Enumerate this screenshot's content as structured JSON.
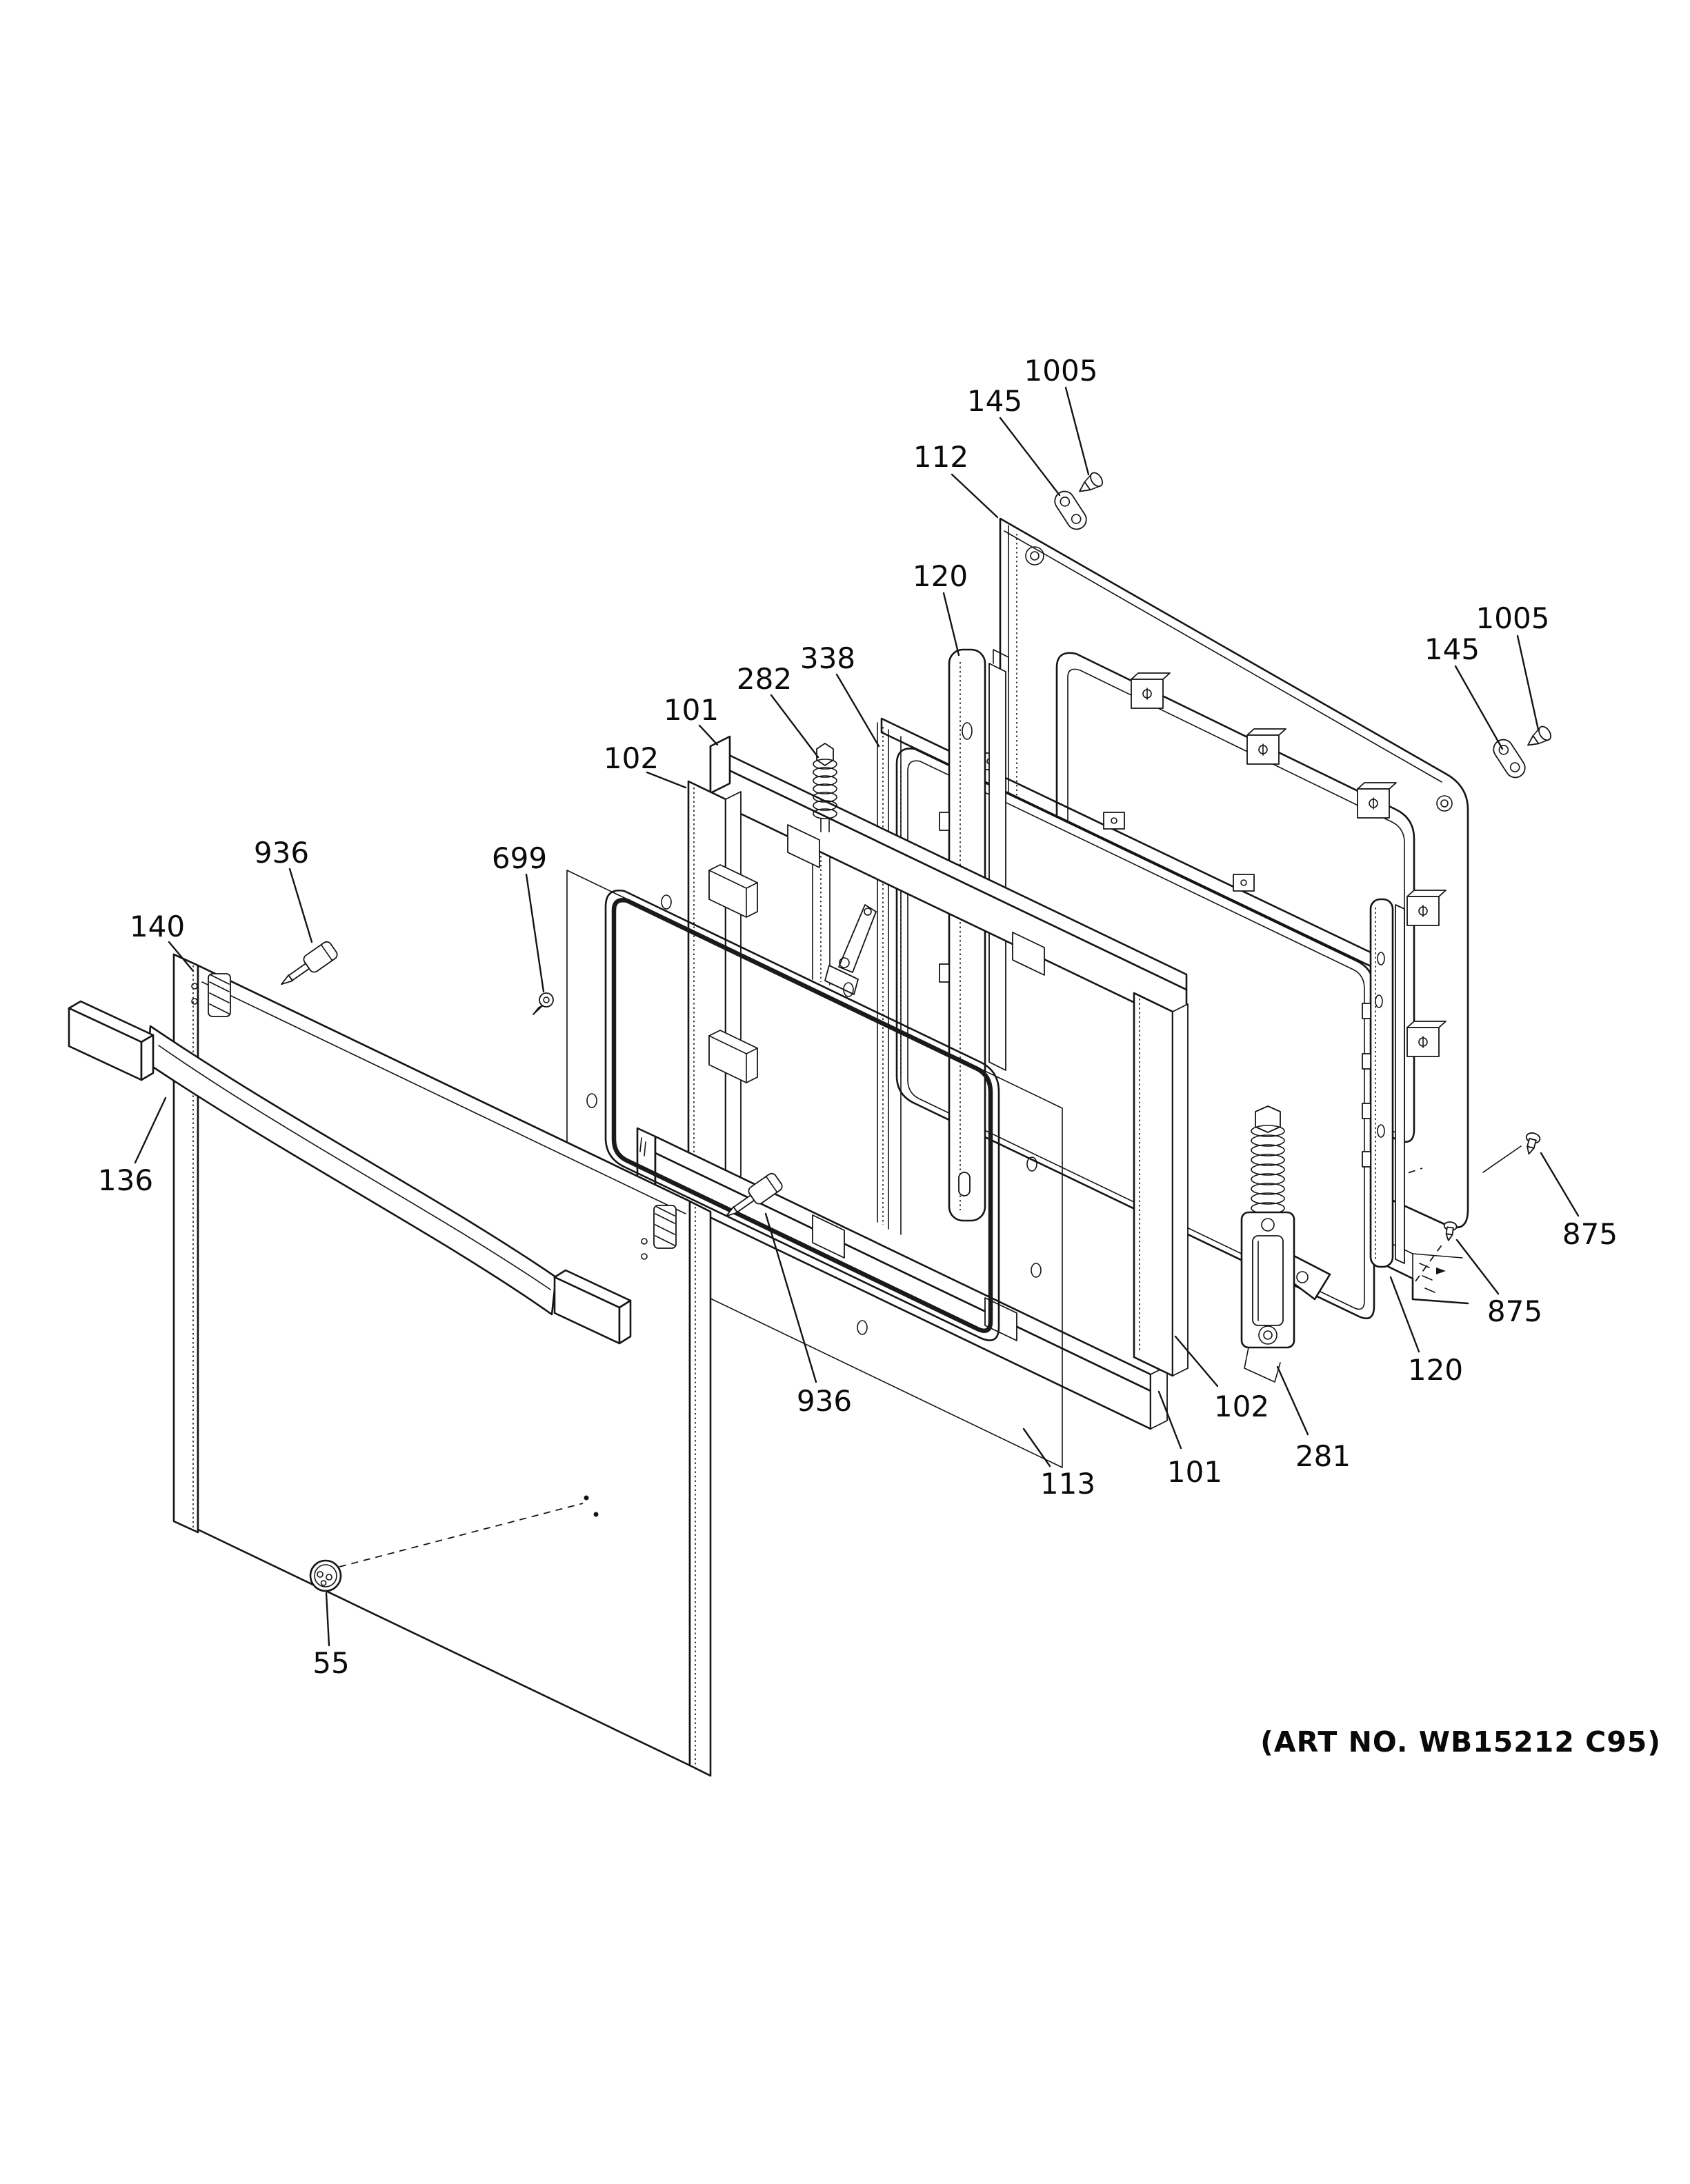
{
  "diagram": {
    "art_no": "(ART NO. WB15212 C95)",
    "colors": {
      "line": "#141414",
      "background": "#ffffff"
    },
    "part_labels": [
      {
        "id": "1005-top",
        "text": "1005"
      },
      {
        "id": "145-top",
        "text": "145"
      },
      {
        "id": "112",
        "text": "112"
      },
      {
        "id": "120-top",
        "text": "120"
      },
      {
        "id": "338",
        "text": "338"
      },
      {
        "id": "282",
        "text": "282"
      },
      {
        "id": "101-top",
        "text": "101"
      },
      {
        "id": "102-top",
        "text": "102"
      },
      {
        "id": "1005-right",
        "text": "1005"
      },
      {
        "id": "145-right",
        "text": "145"
      },
      {
        "id": "936-top",
        "text": "936"
      },
      {
        "id": "140",
        "text": "140"
      },
      {
        "id": "699",
        "text": "699"
      },
      {
        "id": "136",
        "text": "136"
      },
      {
        "id": "875-upper",
        "text": "875"
      },
      {
        "id": "875-lower",
        "text": "875"
      },
      {
        "id": "120-bottom",
        "text": "120"
      },
      {
        "id": "281",
        "text": "281"
      },
      {
        "id": "102-bottom",
        "text": "102"
      },
      {
        "id": "101-bottom",
        "text": "101"
      },
      {
        "id": "936-bottom",
        "text": "936"
      },
      {
        "id": "113",
        "text": "113"
      },
      {
        "id": "55",
        "text": "55"
      }
    ]
  }
}
